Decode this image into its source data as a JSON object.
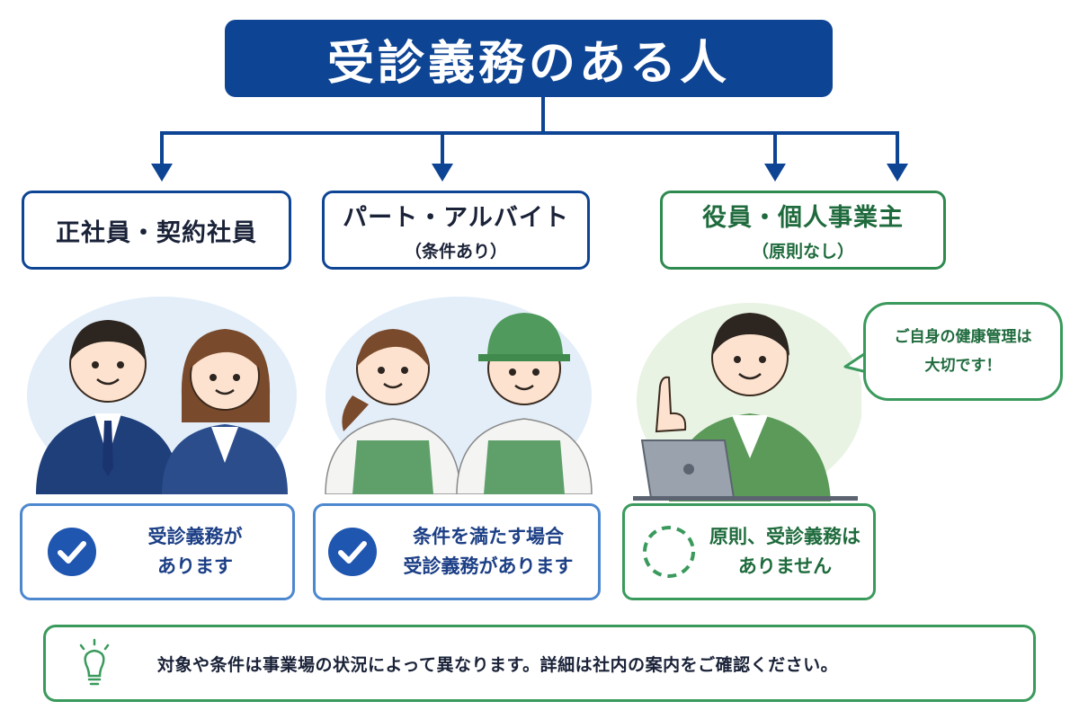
{
  "title": "受診義務のある人",
  "categories": [
    {
      "label": "正社員・契約社員",
      "sub": ""
    },
    {
      "label": "パート・アルバイト",
      "sub": "（条件あり）"
    },
    {
      "label": "役員・個人事業主",
      "sub": "（原則なし）"
    }
  ],
  "status": [
    {
      "line1": "受診義務が",
      "line2": "あります",
      "icon": "check-circle-icon"
    },
    {
      "line1": "条件を満たす場合",
      "line2": "受診義務があります",
      "icon": "check-circle-icon"
    },
    {
      "line1": "原則、受診義務は",
      "line2": "ありません",
      "icon": "dashed-circle-icon"
    }
  ],
  "speech": {
    "line1": "ご自身の健康管理は",
    "line2": "大切です！"
  },
  "note": {
    "text": "対象や条件は事業場の状況によって異なります。詳細は社内の案内をご確認ください。",
    "icon": "lightbulb-icon"
  },
  "colors": {
    "navy": "#0e4494",
    "blue": "#4d88cf",
    "green": "#2e8a4f",
    "light_blue_bg": "#e3eef9",
    "light_green_bg": "#e8f3e3"
  }
}
